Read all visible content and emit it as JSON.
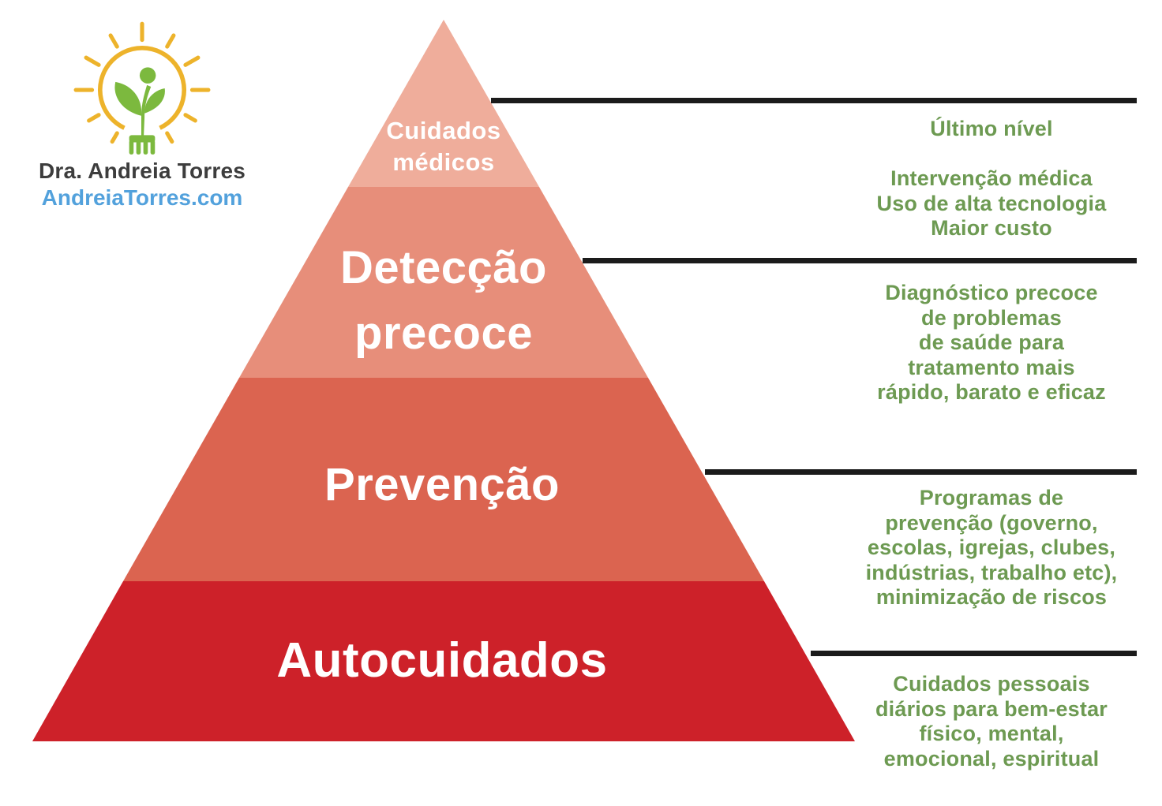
{
  "branding": {
    "name": "Dra. Andreia Torres",
    "site": "AndreiaTorres.com",
    "colors": {
      "name_text": "#3d3d3d",
      "site_text": "#52a1dc",
      "logo_yellow": "#edb32b",
      "logo_green": "#7cb93e"
    }
  },
  "connectors": {
    "color": "#1b1b1b"
  },
  "pyramid": {
    "label_color": "#ffffff",
    "description_color": "#6d9a52",
    "levels": [
      {
        "label": "Cuidados\nmédicos",
        "color": "#efad9b",
        "description": "Último nível\n\nIntervenção médica\nUso de alta tecnologia\nMaior custo"
      },
      {
        "label": "Detecção\nprecoce",
        "color": "#e78e7a",
        "description": "Diagnóstico precoce\nde problemas\nde saúde para\ntratamento mais\nrápido, barato e eficaz"
      },
      {
        "label": "Prevenção",
        "color": "#db6450",
        "description": "Programas de\nprevenção (governo,\nescolas, igrejas, clubes,\nindústrias, trabalho etc),\nminimização de riscos"
      },
      {
        "label": "Autocuidados",
        "color": "#cd2129",
        "description": "Cuidados pessoais\ndiários para bem-estar\nfísico, mental,\nemocional, espiritual"
      }
    ]
  }
}
